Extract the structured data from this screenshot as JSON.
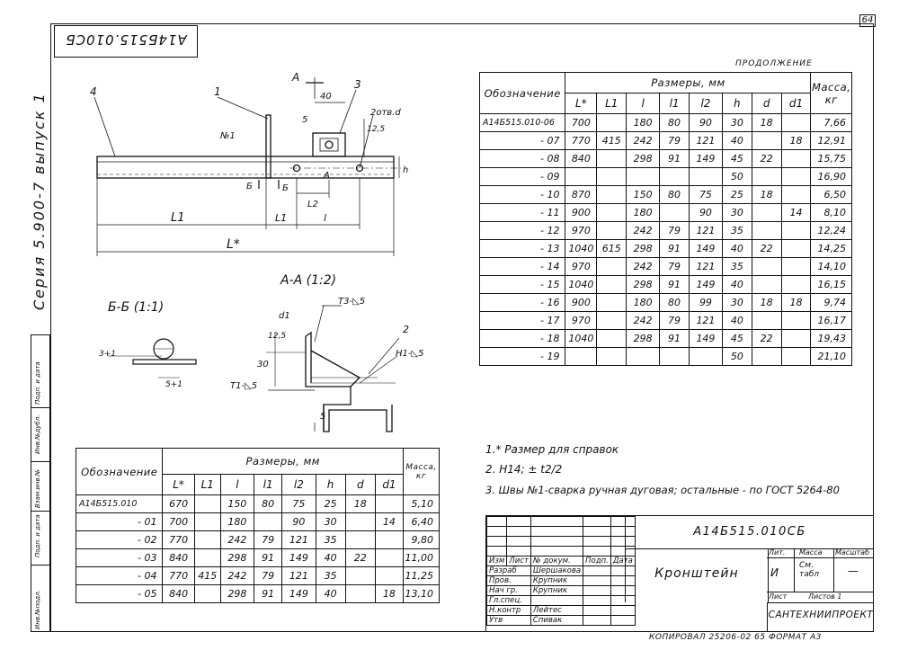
{
  "sheet_number": "64",
  "stamp_code": "А14Б515.010СБ",
  "series_label": "Серия 5.900-7 выпуск 1",
  "side_stamp": [
    "Инв.№подл.",
    "Подп. и дата",
    "Взам.инв.№",
    "Инв.№дубл.",
    "Подп. и дата"
  ],
  "drawing": {
    "part_labels": [
      "1",
      "2",
      "3",
      "4"
    ],
    "weld_mark": "№1",
    "holes_note": "2отв.d",
    "dim_40": "40",
    "dim_5": "5",
    "dim_125": "12,5",
    "dim_h": "h",
    "dim_L1": "L1",
    "dim_L1b": "L1",
    "dim_L2": "L2",
    "dim_l": "l",
    "dim_Lstar": "L*",
    "section_A": "А",
    "section_A2": "А",
    "section_B": "Б",
    "section_B2": "Б",
    "view_bb": "Б-Б (1:1)",
    "view_aa": "А-А (1:2)",
    "bb_dim_3": "3+1",
    "bb_dim_5": "5+1",
    "aa_weld_t3": "Т3-◺5",
    "aa_weld_h1": "Н1-◺5",
    "aa_weld_t1": "Т1-◺5",
    "aa_dim_d1": "d1",
    "aa_dim_125": "12,5",
    "aa_dim_30": "30",
    "aa_dim_5": "5",
    "aa_part_2": "2"
  },
  "top_table": {
    "continuation": "продолжение",
    "col_designation": "Обозначение",
    "col_sizes": "Размеры, мм",
    "col_mass": "Масса, кг",
    "sub_cols": [
      "L*",
      "L1",
      "l",
      "l1",
      "l2",
      "h",
      "d",
      "d1"
    ],
    "rows": [
      [
        "А14Б515.010-06",
        "700",
        "",
        "180",
        "80",
        "90",
        "30",
        "18",
        "",
        "7,66"
      ],
      [
        "- 07",
        "770",
        "415",
        "242",
        "79",
        "121",
        "40",
        "",
        "18",
        "12,91"
      ],
      [
        "- 08",
        "840",
        "",
        "298",
        "91",
        "149",
        "45",
        "22",
        "",
        "15,75"
      ],
      [
        "- 09",
        "",
        "",
        "",
        "",
        "",
        "50",
        "",
        "",
        "16,90"
      ],
      [
        "- 10",
        "870",
        "",
        "150",
        "80",
        "75",
        "25",
        "18",
        "",
        "6,50"
      ],
      [
        "- 11",
        "900",
        "",
        "180",
        "",
        "90",
        "30",
        "",
        "14",
        "8,10"
      ],
      [
        "- 12",
        "970",
        "",
        "242",
        "79",
        "121",
        "35",
        "",
        "",
        "12,24"
      ],
      [
        "- 13",
        "1040",
        "615",
        "298",
        "91",
        "149",
        "40",
        "22",
        "",
        "14,25"
      ],
      [
        "- 14",
        "970",
        "",
        "242",
        "79",
        "121",
        "35",
        "",
        "",
        "14,10"
      ],
      [
        "- 15",
        "1040",
        "",
        "298",
        "91",
        "149",
        "40",
        "",
        "",
        "16,15"
      ],
      [
        "- 16",
        "900",
        "",
        "180",
        "80",
        "99",
        "30",
        "18",
        "18",
        "9,74"
      ],
      [
        "- 17",
        "970",
        "",
        "242",
        "79",
        "121",
        "40",
        "",
        "",
        "16,17"
      ],
      [
        "- 18",
        "1040",
        "",
        "298",
        "91",
        "149",
        "45",
        "22",
        "",
        "19,43"
      ],
      [
        "- 19",
        "",
        "",
        "",
        "",
        "",
        "50",
        "",
        "",
        "21,10"
      ]
    ]
  },
  "bottom_table": {
    "col_designation": "Обозначение",
    "col_sizes": "Размеры, мм",
    "col_mass": "Масса, кг",
    "sub_cols": [
      "L*",
      "L1",
      "l",
      "l1",
      "l2",
      "h",
      "d",
      "d1"
    ],
    "rows": [
      [
        "А14Б515.010",
        "670",
        "",
        "150",
        "80",
        "75",
        "25",
        "18",
        "",
        "5,10"
      ],
      [
        "- 01",
        "700",
        "",
        "180",
        "",
        "90",
        "30",
        "",
        "14",
        "6,40"
      ],
      [
        "- 02",
        "770",
        "",
        "242",
        "79",
        "121",
        "35",
        "",
        "",
        "9,80"
      ],
      [
        "- 03",
        "840",
        "",
        "298",
        "91",
        "149",
        "40",
        "22",
        "",
        "11,00"
      ],
      [
        "- 04",
        "770",
        "415",
        "242",
        "79",
        "121",
        "35",
        "",
        "",
        "11,25"
      ],
      [
        "- 05",
        "840",
        "",
        "298",
        "91",
        "149",
        "40",
        "",
        "18",
        "13,10"
      ]
    ]
  },
  "notes": [
    "1.* Размер для справок",
    "2. Н14; ± t2/2",
    "3. Швы №1-сварка ручная дуговая; остальные - по ГОСТ 5264-80"
  ],
  "title_block": {
    "doc_code": "А14Б515.010СБ",
    "title": "Кронштейн",
    "org": "САНТЕХНИИПРОЕКТ",
    "lit_label": "Лит.",
    "lit_value": "И",
    "mass_label": "Масса",
    "mass_value": "См. табл",
    "scale_label": "Масштаб",
    "scale_value": "—",
    "sheet_label": "Лист",
    "sheets_label": "Листов 1",
    "col_heads": [
      "Изм",
      "Лист",
      "№ докум.",
      "Подп.",
      "Дата"
    ],
    "roles": [
      [
        "Разраб",
        "Шершакова"
      ],
      [
        "Пров.",
        "Крупник"
      ],
      [
        "Нач гр.",
        "Крупник"
      ],
      [
        "Гл.спец.",
        ""
      ],
      [
        "Н.контр",
        "Лейтес"
      ],
      [
        "Утв",
        "Спивак"
      ]
    ],
    "footer": "Копировал  25206-02  65  Формат А3"
  }
}
